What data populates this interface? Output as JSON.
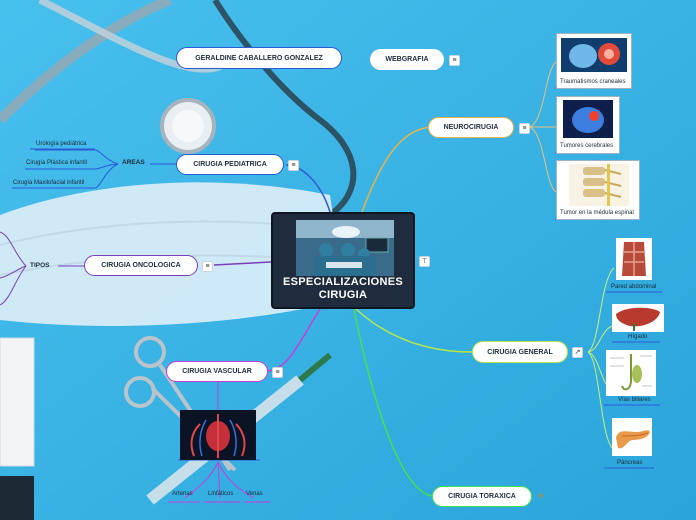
{
  "center": {
    "title_line1": "ESPECIALIZACIONES",
    "title_line2": "CIRUGIA"
  },
  "header": {
    "author": "GERALDINE CABALLERO GONZALEZ",
    "webgrafia": "WEBGRAFIA"
  },
  "neuro": {
    "label": "NEUROCIRUGIA",
    "items": [
      "Traumatismos craneales",
      "Tumores cerebrales",
      "Tumor en la médula espinal"
    ]
  },
  "pediatrica": {
    "label": "CIRUGIA PEDIATRICA",
    "areas_label": "AREAS",
    "items": [
      "Urología pediátrica",
      "Cirugía Plástica infantil",
      "Cirugía Maxilofacial infantil"
    ]
  },
  "oncologica": {
    "label": "CIRUGIA ONCOLOGICA",
    "tipos_label": "TIPOS"
  },
  "vascular": {
    "label": "CIRUGIA VASCULAR",
    "items": [
      "Arterias",
      "Linfáticos",
      "Venas"
    ]
  },
  "general": {
    "label": "CIRUGIA GENERAL",
    "items": [
      "Pared abdominal",
      "Hígado",
      "Vías biliares",
      "Páncreas"
    ]
  },
  "toraxica": {
    "label": "CIRUGIA TORAXICA"
  },
  "icons": {
    "menu": "≡",
    "link": "↗",
    "attach": "⊕",
    "note": "⊤"
  },
  "colors": {
    "background": "#3ab6e6",
    "center": "#1e2c3e",
    "neuro_line": "#e8b24a",
    "general_line": "#b6e84a",
    "toraxica_line": "#46e050",
    "pediatrica_line": "#2a5bd8",
    "oncologica_line": "#7a3fb8",
    "vascular_line": "#c43fd8"
  }
}
